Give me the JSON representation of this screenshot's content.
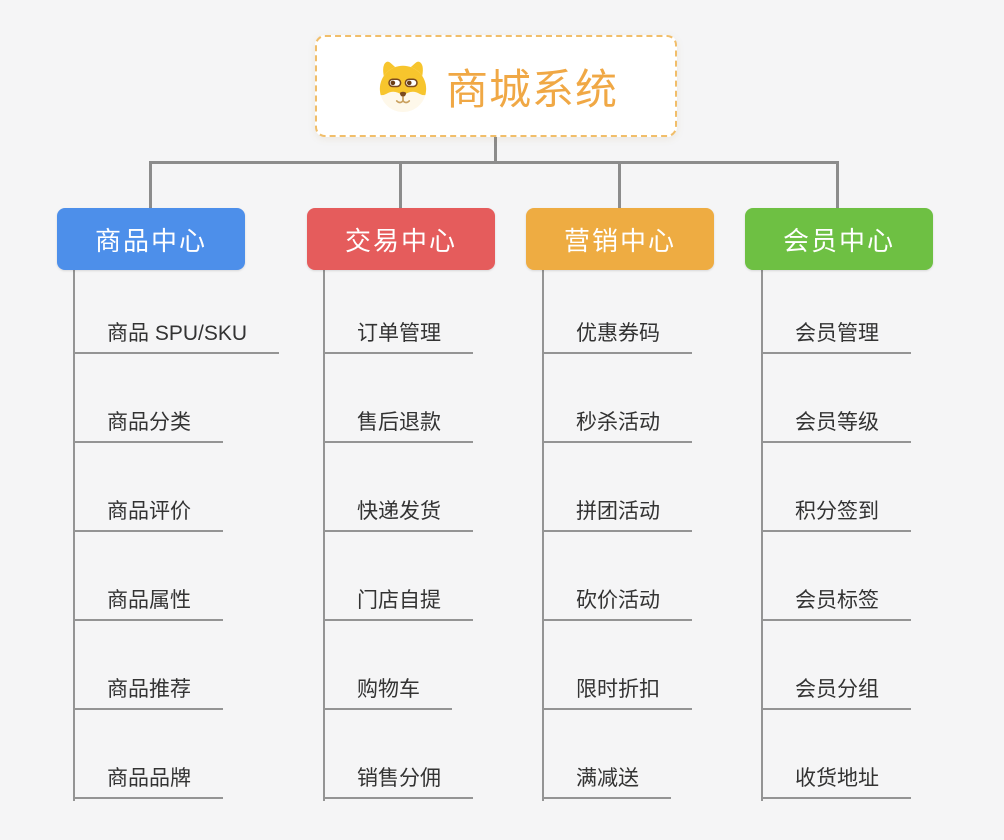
{
  "root": {
    "title": "商城系统",
    "icon": "shiba-dog-face"
  },
  "branches": [
    {
      "label": "商品中心",
      "color": "#4D8FEA",
      "items": [
        "商品 SPU/SKU",
        "商品分类",
        "商品评价",
        "商品属性",
        "商品推荐",
        "商品品牌"
      ]
    },
    {
      "label": "交易中心",
      "color": "#E55C5C",
      "items": [
        "订单管理",
        "售后退款",
        "快递发货",
        "门店自提",
        "购物车",
        "销售分佣"
      ]
    },
    {
      "label": "营销中心",
      "color": "#EEAC42",
      "items": [
        "优惠券码",
        "秒杀活动",
        "拼团活动",
        "砍价活动",
        "限时折扣",
        "满减送"
      ]
    },
    {
      "label": "会员中心",
      "color": "#6EC043",
      "items": [
        "会员管理",
        "会员等级",
        "积分签到",
        "会员标签",
        "会员分组",
        "收货地址"
      ]
    }
  ],
  "theme": {
    "background": "#F5F5F6",
    "connector_color": "#8C8C8C",
    "leaf_line_color": "#949494",
    "leaf_text_color": "#333333",
    "root_text_color": "#F0A845",
    "root_border_color": "#F1BE6A"
  }
}
